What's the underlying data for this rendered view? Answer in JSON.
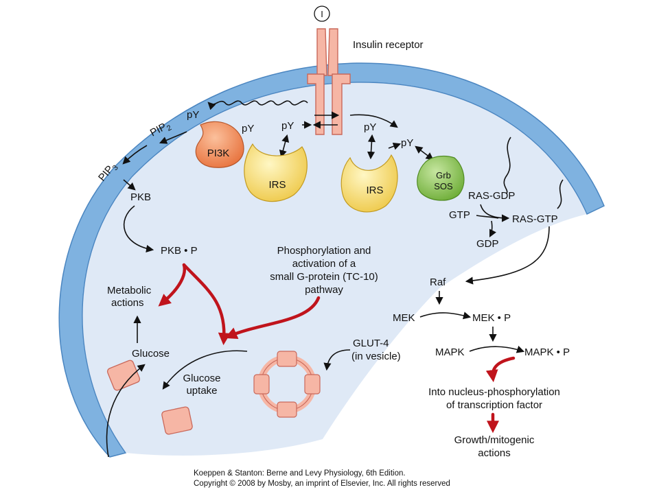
{
  "receptor": {
    "ligand": "I",
    "label": "Insulin receptor"
  },
  "membrane_lipids": {
    "pip2": "PIP",
    "pip2_sub": "2",
    "pip3": "PIP",
    "pip3_sub": "3"
  },
  "phospho": {
    "py": "pY"
  },
  "proteins": {
    "pi3k": "PI3K",
    "irs": "IRS",
    "grb": "Grb",
    "sos": "SOS"
  },
  "ras": {
    "ras_gdp": "RAS-GDP",
    "gtp": "GTP",
    "ras_gtp": "RAS-GTP",
    "gdp": "GDP"
  },
  "pkb": {
    "pkb": "PKB",
    "pkb_p": "PKB • P"
  },
  "metabolic": {
    "line1": "Metabolic",
    "line2": "actions"
  },
  "glucose": {
    "glucose": "Glucose",
    "uptake_line1": "Glucose",
    "uptake_line2": "uptake"
  },
  "tc10": {
    "line1": "Phosphorylation and",
    "line2": "activation of a",
    "line3": "small G-protein (TC-10)",
    "line4": "pathway"
  },
  "glut4": {
    "line1": "GLUT-4",
    "line2": "(in vesicle)"
  },
  "mapk_pathway": {
    "raf": "Raf",
    "mek": "MEK",
    "mek_p": "MEK • P",
    "mapk": "MAPK",
    "mapk_p": "MAPK • P"
  },
  "nucleus": {
    "line1": "Into nucleus-phosphorylation",
    "line2": "of transcription factor"
  },
  "growth": {
    "line1": "Growth/mitogenic",
    "line2": "actions"
  },
  "credit": {
    "line1": "Koeppen & Stanton: Berne and Levy Physiology, 6th Edition.",
    "line2": "Copyright © 2008 by Mosby, an imprint of Elsevier, Inc. All rights reserved"
  },
  "colors": {
    "membrane": "#7fb2e0",
    "membrane_edge": "#4a85c0",
    "cytoplasm": "#dfe9f6",
    "receptor": "#f6b6a5",
    "receptor_edge": "#c9685a",
    "pi3k": "#ef8a5c",
    "irs": "#f6dc6a",
    "grb_sos": "#8ec455",
    "pathway_red": "#c0141c"
  }
}
